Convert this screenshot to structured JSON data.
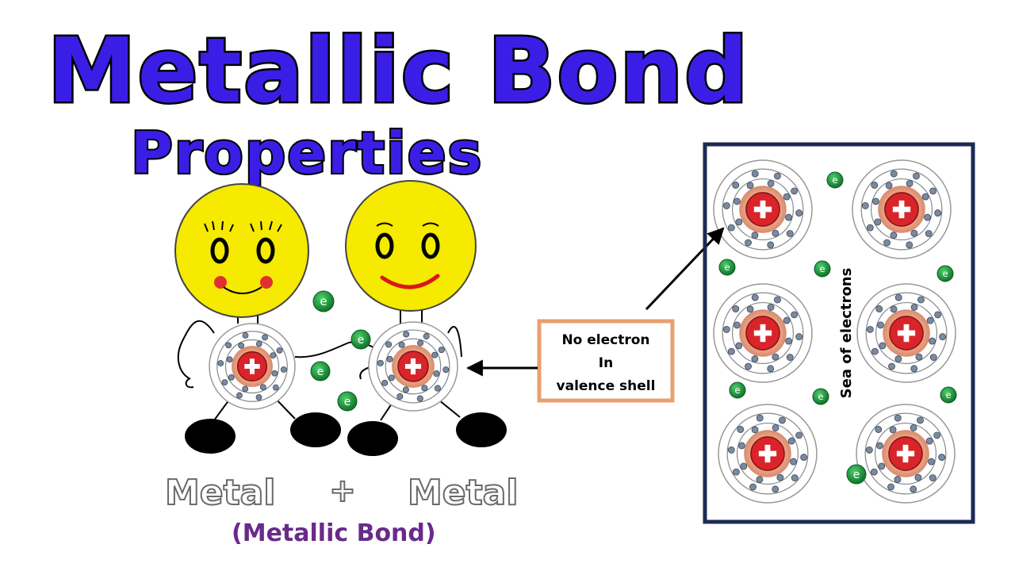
{
  "title": "Metallic Bond",
  "subtitle": "Properties",
  "caption": {
    "left_metal": "Metal",
    "plus": "+",
    "right_metal": "Metal",
    "bond_label": "(Metallic Bond)"
  },
  "callout": {
    "line1": "No electron",
    "line2": "In",
    "line3": "valence shell"
  },
  "sea_label": "Sea of electrons",
  "electron_symbol": "e",
  "nucleus_symbol": "+",
  "colors": {
    "title_fill": "#3b1ee6",
    "title_outline": "#000000",
    "face": "#f5ea00",
    "nucleus": "#d8242a",
    "electron": "#1a9a3c",
    "frame": "#1c2a55",
    "callout_border": "#e8a070",
    "bond_text": "#6a2a8a"
  },
  "icons": [
    "smiley-face-icon",
    "metal-atom-icon",
    "free-electron-icon",
    "arrow-icon"
  ]
}
